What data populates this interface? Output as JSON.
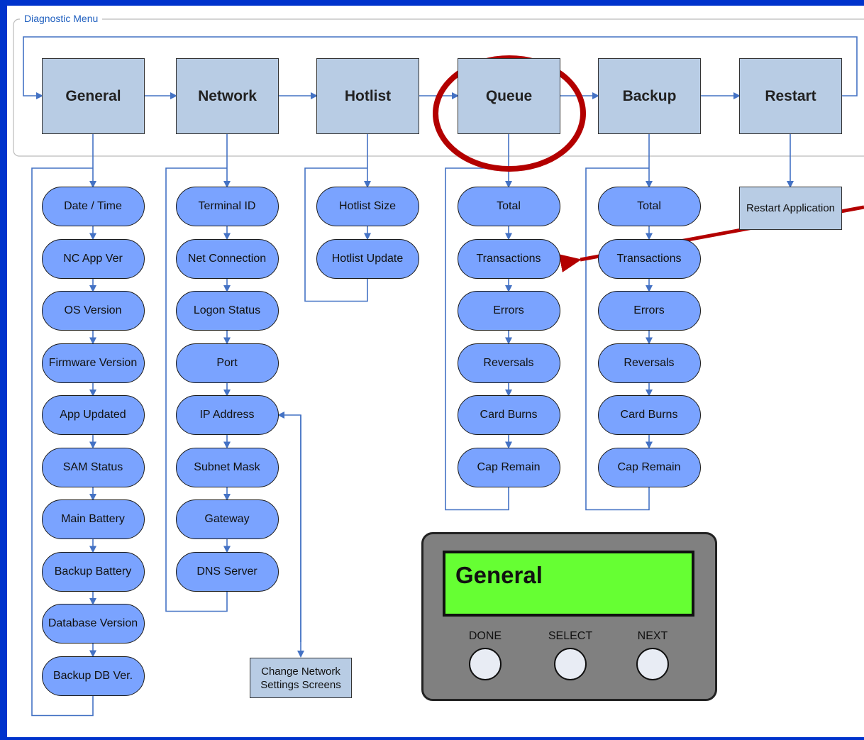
{
  "diagram_title": "Diagnostic Menu",
  "menus": [
    {
      "label": "General"
    },
    {
      "label": "Network"
    },
    {
      "label": "Hotlist"
    },
    {
      "label": "Queue"
    },
    {
      "label": "Backup"
    },
    {
      "label": "Restart"
    }
  ],
  "general_items": [
    "Date / Time",
    "NC App Ver",
    "OS Version",
    "Firmware Version",
    "App Updated",
    "SAM Status",
    "Main Battery",
    "Backup Battery",
    "Database Version",
    "Backup DB Ver."
  ],
  "network_items": [
    "Terminal ID",
    "Net Connection",
    "Logon Status",
    "Port",
    "IP Address",
    "Subnet Mask",
    "Gateway",
    "DNS Server"
  ],
  "hotlist_items": [
    "Hotlist Size",
    "Hotlist Update"
  ],
  "queue_items": [
    "Total",
    "Transactions",
    "Errors",
    "Reversals",
    "Card Burns",
    "Cap Remain"
  ],
  "backup_items": [
    "Total",
    "Transactions",
    "Errors",
    "Reversals",
    "Card Burns",
    "Cap Remain"
  ],
  "restart_box": "Restart Application",
  "change_network_box": "Change Network Settings Screens",
  "lcd": {
    "screen_text": "General",
    "buttons": [
      "DONE",
      "SELECT",
      "NEXT"
    ]
  },
  "annotation_colors": {
    "highlight": "#b30000",
    "connector": "#4472c4"
  }
}
